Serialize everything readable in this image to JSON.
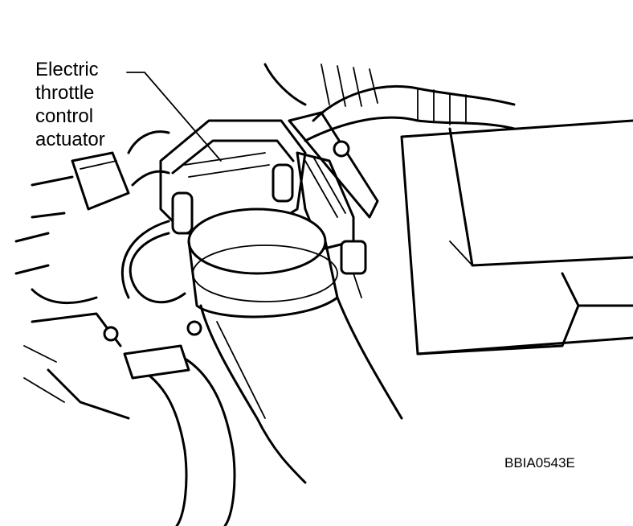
{
  "callout": {
    "lines": [
      "Electric",
      "throttle",
      "control",
      "actuator"
    ]
  },
  "figure_code": "BBIA0543E"
}
